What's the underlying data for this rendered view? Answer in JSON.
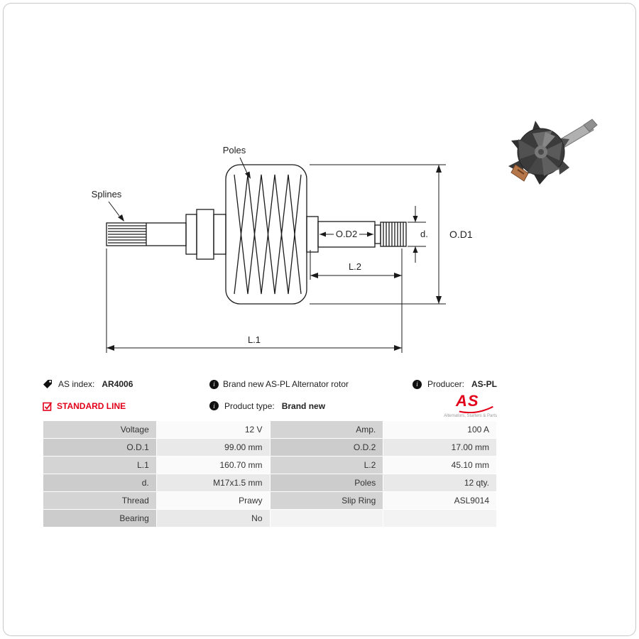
{
  "diagram": {
    "labels": {
      "poles": "Poles",
      "splines": "Splines",
      "od2": "O.D2",
      "d": "d.",
      "od1": "O.D1",
      "l2": "L.2",
      "l1": "L.1"
    }
  },
  "info": {
    "as_index_label": "AS index:",
    "as_index_value": "AR4006",
    "description": "Brand new AS-PL Alternator rotor",
    "producer_label": "Producer:",
    "producer_value": "AS-PL",
    "standard_line": "STANDARD LINE",
    "product_type_label": "Product type:",
    "product_type_value": "Brand new",
    "logo": {
      "text": "AS",
      "subtext": "Alternators, Starters & Parts"
    }
  },
  "table": {
    "rows": [
      {
        "c1": "Voltage",
        "c2": "12 V",
        "c3": "Amp.",
        "c4": "100 A"
      },
      {
        "c1": "O.D.1",
        "c2": "99.00 mm",
        "c3": "O.D.2",
        "c4": "17.00 mm"
      },
      {
        "c1": "L.1",
        "c2": "160.70 mm",
        "c3": "L.2",
        "c4": "45.10 mm"
      },
      {
        "c1": "d.",
        "c2": "M17x1.5 mm",
        "c3": "Poles",
        "c4": "12 qty."
      },
      {
        "c1": "Thread",
        "c2": "Prawy",
        "c3": "Slip Ring",
        "c4": "ASL9014"
      },
      {
        "c1": "Bearing",
        "c2": "No",
        "c3": "",
        "c4": ""
      }
    ]
  },
  "colors": {
    "accent_red": "#e2001a",
    "line_color": "#1a1a1a",
    "table_label_bg": "#d4d4d4"
  }
}
